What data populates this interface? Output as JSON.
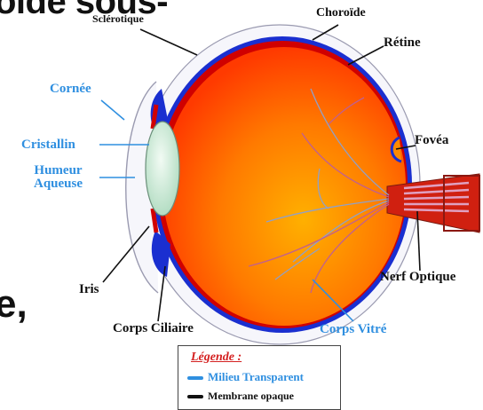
{
  "background_text": {
    "line1": "oïde sous-",
    "line2": "e,"
  },
  "labels": {
    "sclerotique": "Sclérotique",
    "choroide": "Choroïde",
    "retine": "Rétine",
    "cornee": "Cornée",
    "cristallin": "Cristallin",
    "humeur_aqueuse": "Humeur\nAqueuse",
    "fovea": "Fovéa",
    "iris": "Iris",
    "nerf_optique": "Nerf Optique",
    "corps_ciliaire": "Corps Ciliaire",
    "corps_vitre": "Corps Vitré"
  },
  "legend": {
    "title": "Légende :",
    "transparent": "Milieu Transparent",
    "opaque": "Membrane opaque"
  },
  "colors": {
    "transparent_media": "#2f8fe0",
    "opaque_membrane": "#111111",
    "vitreous": "#ff6a00",
    "choroid": "#1a2fd0",
    "retina": "#d00000",
    "lens": "#cfe8d8",
    "legend_title": "#d42020"
  }
}
